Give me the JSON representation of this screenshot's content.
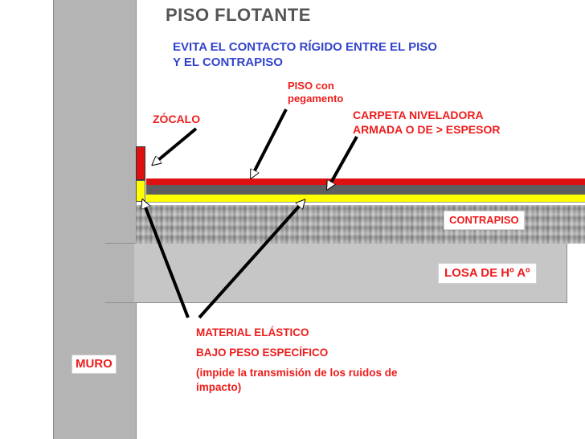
{
  "title": "PISO FLOTANTE",
  "subtitle": {
    "line1": "EVITA EL CONTACTO RÍGIDO ENTRE EL PISO",
    "line2": "Y EL CONTRAPISO"
  },
  "labels": {
    "piso_line1": "PISO con",
    "piso_line2": "pegamento",
    "zocalo": "ZÓCALO",
    "carpeta_line1": "CARPETA NIVELADORA",
    "carpeta_line2": "ARMADA O DE > ESPESOR",
    "contrapiso": "CONTRAPISO",
    "losa": "LOSA DE Hº Aº",
    "material_line1": "MATERIAL ELÁSTICO",
    "material_line2": "BAJO PESO ESPECÍFICO",
    "material_line3": "(impide la transmisión de los ruidos de",
    "material_line4": "impacto)",
    "muro": "MURO"
  },
  "colors": {
    "wall": "#b4b4b4",
    "slab": "#c4c4c4",
    "contrapiso": "#9a9a9a",
    "floor": "#dd1111",
    "screed": "#5e5e5e",
    "elastic": "#ffff00",
    "label_red": "#ee1c1c",
    "label_blue": "#3344cc"
  }
}
